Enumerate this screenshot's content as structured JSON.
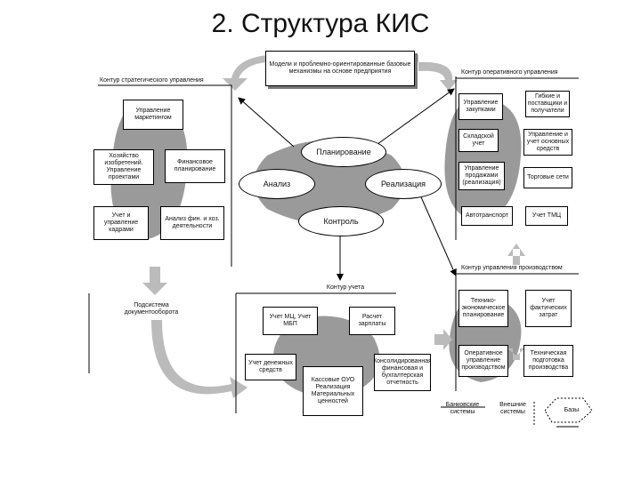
{
  "title": "2. Структура КИС",
  "center": {
    "planning": "Планирование",
    "analysis": "Анализ",
    "realization": "Реализация",
    "control": "Контроль"
  },
  "top_box": "Модели и проблемно-ориентированные базовые механизмы на основе предприятия",
  "strategic": {
    "label": "Контур стратегического управления",
    "b1": "Управление маркетингом",
    "b2": "Хозяйство изобретений. Управление проектами",
    "b3": "Финансовое планирование",
    "b4": "Учет и управление кадрами",
    "b5": "Анализ фин. и хоз. деятельности"
  },
  "operative": {
    "label": "Контур оперативного управления",
    "b1": "Управление закупками",
    "b2": "Гибкие и поставщики и получатели",
    "b3": "Складской учет",
    "b4": "Управление и учет основных средств",
    "b5": "Управление продажами (реализация)",
    "b6": "Торговые сети",
    "b7": "Автотранспорт",
    "b8": "Учет ТМЦ"
  },
  "production": {
    "label": "Контур управления производством",
    "b1": "Технико-экономическое планирование",
    "b2": "Учет фактических затрат",
    "b3": "Оперативное управление производством",
    "b4": "Техническая подготовка производства"
  },
  "accounting": {
    "label": "Контур учета",
    "b1": "Учет МЦ, Учет МБП",
    "b2": "Расчет зарплаты",
    "b3": "Учет денежных средств",
    "b4": "Кассовые ОУО Реализация Материальных ценностей",
    "b5": "Консолидированная финансовая и бухгалтерская отчетность"
  },
  "subsystem": "Подсистема документооборота",
  "bank": "Банковские системы",
  "external": "Внешние системы",
  "base": "Базы"
}
